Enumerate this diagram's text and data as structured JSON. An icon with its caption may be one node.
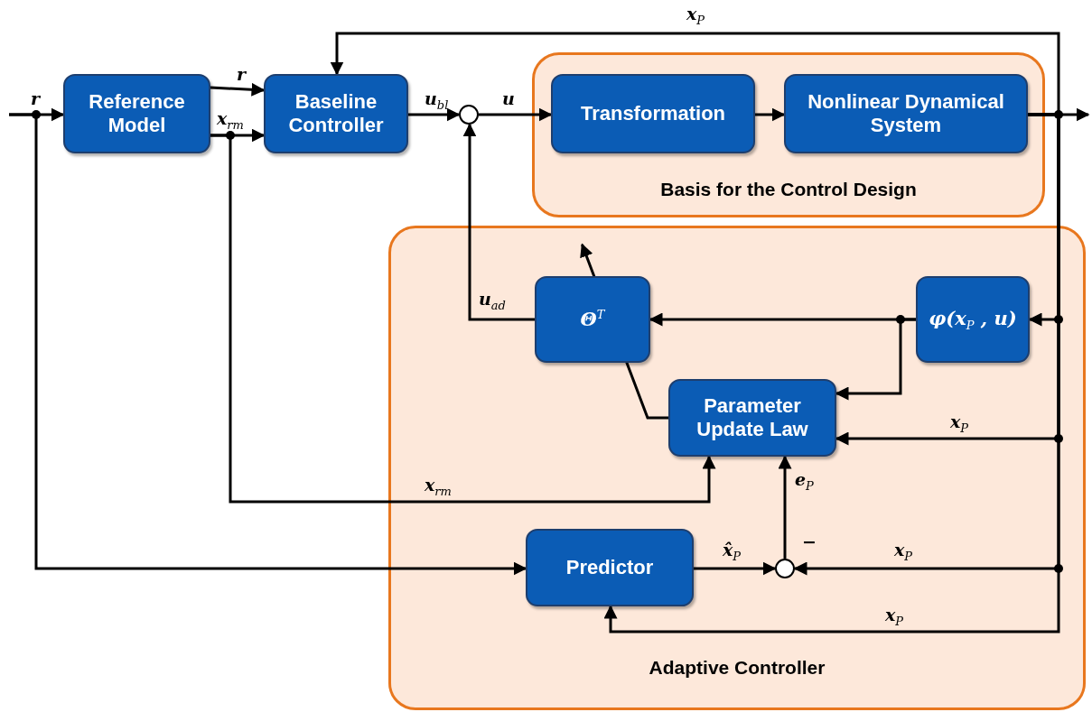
{
  "diagram": {
    "nodes": [
      {
        "text": [
          "Reference Model"
        ]
      },
      {
        "text": [
          "Baseline Controller"
        ]
      },
      {
        "text": [],
        "shape": "circle"
      },
      {
        "text": [
          "Basis for the Control Design"
        ]
      },
      {
        "text": [
          "Transformation"
        ],
        "in": 3
      },
      {
        "text": [
          "Nonlinear Dynamical System"
        ],
        "in": 3
      },
      {
        "text": [
          "Adaptive Controller"
        ]
      },
      {
        "text": [
          "Θ$^{T}$"
        ],
        "in": 6
      },
      {
        "text": [
          "φ(x$_{P}$ , u)"
        ],
        "in": 6
      },
      {
        "text": [
          "Parameter Update Law"
        ],
        "in": 6
      },
      {
        "text": [
          "Predictor"
        ],
        "in": 6
      },
      {
        "text": [],
        "shape": "circle",
        "in": 6,
        "beside": [
          "−"
        ]
      }
    ],
    "edges": [
      {
        "from": null,
        "to": 0,
        "arrow": "to",
        "label": "r"
      },
      {
        "from": 0,
        "to": 1,
        "arrow": "to",
        "label": "r"
      },
      {
        "from": 0,
        "to": 1,
        "arrow": "to",
        "label": "x$_{rm}$"
      },
      {
        "from": 1,
        "to": 2,
        "arrow": "to",
        "label": "u$_{bl}$"
      },
      {
        "from": 2,
        "to": 4,
        "arrow": "to",
        "label": "u"
      },
      {
        "from": 4,
        "to": 5,
        "arrow": "to"
      },
      {
        "from": 5,
        "to": null,
        "arrow": "to"
      },
      {
        "from": 5,
        "to": 1,
        "arrow": "to",
        "label": "x$_{P}$"
      },
      {
        "from": 7,
        "to": 2,
        "arrow": "to",
        "label": "u$_{ad}$"
      },
      {
        "from": 5,
        "to": 8,
        "arrow": "to"
      },
      {
        "from": 8,
        "to": 7,
        "arrow": "to"
      },
      {
        "from": 8,
        "to": 9,
        "arrow": "to"
      },
      {
        "from": 5,
        "to": 9,
        "arrow": "to",
        "label": "x$_{P}$"
      },
      {
        "from": 0,
        "to": 9,
        "arrow": "to",
        "label": "x$_{rm}$"
      },
      {
        "from": null,
        "to": 10,
        "arrow": "to"
      },
      {
        "from": 10,
        "to": 11,
        "arrow": "to",
        "label": "x̂$_{P}$"
      },
      {
        "from": 5,
        "to": 11,
        "arrow": "to",
        "label": "x$_{P}$"
      },
      {
        "from": 11,
        "to": 9,
        "arrow": "to",
        "label": "e$_{P}$"
      },
      {
        "from": 5,
        "to": 10,
        "arrow": "to",
        "label": "x$_{P}$"
      },
      {
        "from": 9,
        "to": 7,
        "arrow": "to"
      }
    ]
  }
}
